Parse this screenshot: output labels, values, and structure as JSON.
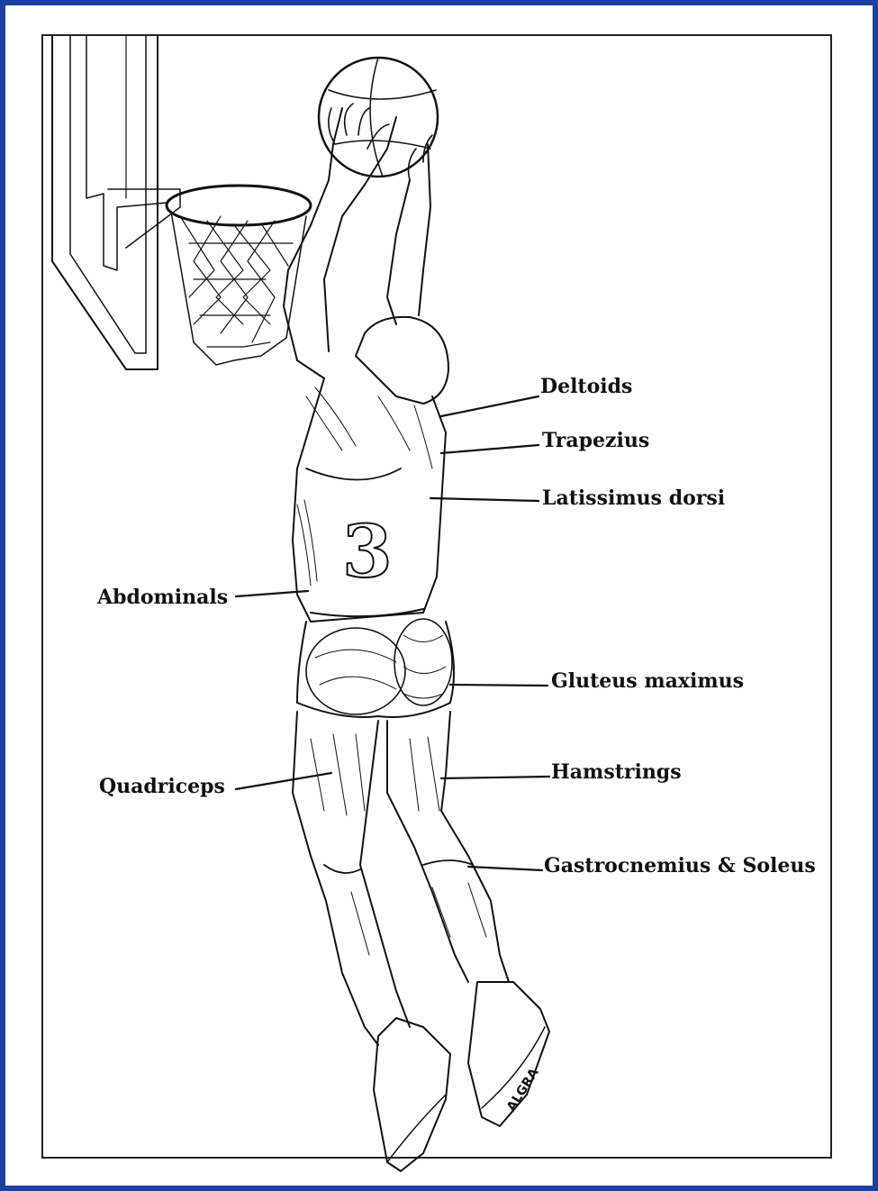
{
  "figure": {
    "labels": [
      {
        "id": "deltoids",
        "text": "Deltoids"
      },
      {
        "id": "trapezius",
        "text": "Trapezius"
      },
      {
        "id": "latissimus",
        "text": "Latissimus dorsi"
      },
      {
        "id": "abdominals",
        "text": "Abdominals"
      },
      {
        "id": "gluteus",
        "text": "Gluteus maximus"
      },
      {
        "id": "quadriceps",
        "text": "Quadriceps"
      },
      {
        "id": "hamstrings",
        "text": "Hamstrings"
      },
      {
        "id": "gastrocnemius",
        "text": "Gastrocnemius & Soleus"
      }
    ],
    "jersey_number": "3",
    "shoe_brand": "ALGRA",
    "colors": {
      "border": "#1c3fa0",
      "ink": "#111111"
    }
  }
}
